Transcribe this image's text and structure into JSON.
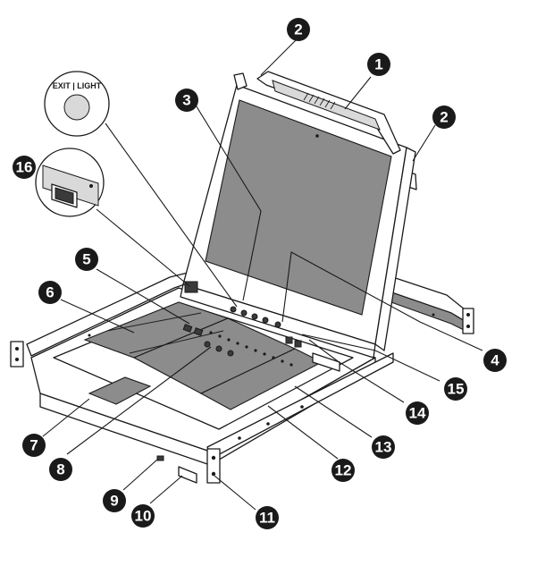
{
  "callouts": [
    {
      "id": "c1",
      "num": "1"
    },
    {
      "id": "c2a",
      "num": "2"
    },
    {
      "id": "c2b",
      "num": "2"
    },
    {
      "id": "c3",
      "num": "3"
    },
    {
      "id": "c4",
      "num": "4"
    },
    {
      "id": "c5",
      "num": "5"
    },
    {
      "id": "c6",
      "num": "6"
    },
    {
      "id": "c7",
      "num": "7"
    },
    {
      "id": "c8",
      "num": "8"
    },
    {
      "id": "c9",
      "num": "9"
    },
    {
      "id": "c10",
      "num": "10"
    },
    {
      "id": "c11",
      "num": "11"
    },
    {
      "id": "c12",
      "num": "12"
    },
    {
      "id": "c13",
      "num": "13"
    },
    {
      "id": "c14",
      "num": "14"
    },
    {
      "id": "c15",
      "num": "15"
    },
    {
      "id": "c16",
      "num": "16"
    }
  ],
  "exit_light_label": "EXIT | LIGHT",
  "colors": {
    "ink": "#1a1a1a",
    "panel_gray": "#8c8c8c",
    "light_gray": "#d9d9d9"
  }
}
